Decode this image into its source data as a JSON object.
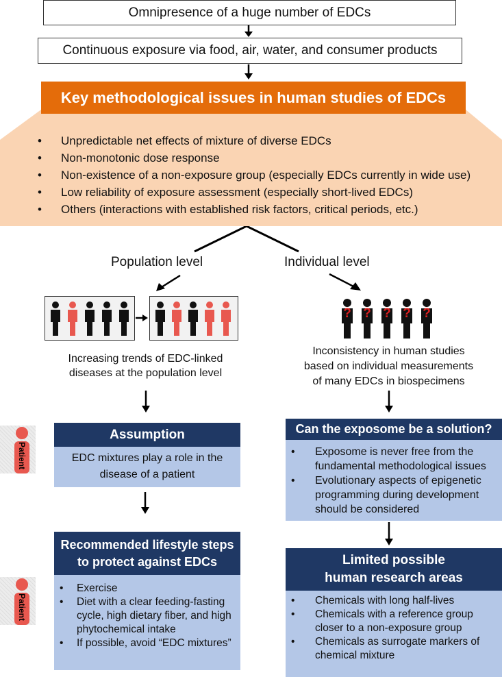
{
  "top": {
    "box1": "Omnipresence of a huge number of EDCs",
    "box2": "Continuous exposure via food, air, water, and consumer products"
  },
  "issues": {
    "title": "Key methodological issues in human studies of EDCs",
    "items": [
      "Unpredictable net effects of mixture of diverse EDCs",
      "Non-monotonic dose response",
      "Non-existence of a non-exposure group (especially EDCs currently in wide use)",
      "Low reliability of exposure assessment  (especially short-lived EDCs)",
      "Others (interactions with established risk factors, critical periods, etc.)"
    ]
  },
  "levels": {
    "population": "Population level",
    "individual": "Individual level"
  },
  "population_caption": [
    "Increasing trends of EDC-linked",
    "diseases at the population level"
  ],
  "individual_caption": [
    "Inconsistency in human studies",
    "based on individual measurements",
    "of many EDCs in biospecimens"
  ],
  "question_mark": "?",
  "assumption": {
    "title": "Assumption",
    "body": [
      "EDC mixtures play a role in the",
      "disease of a patient"
    ]
  },
  "exposome": {
    "title": "Can the exposome be a solution?",
    "items": [
      [
        "Exposome is never free from the",
        "fundamental methodological issues"
      ],
      [
        "Evolutionary aspects of epigenetic",
        "programming during development",
        "should be considered"
      ]
    ]
  },
  "lifestyle": {
    "title": [
      "Recommended lifestyle steps",
      "to protect against EDCs"
    ],
    "items": [
      [
        "Exercise"
      ],
      [
        "Diet with a clear feeding-fasting",
        "cycle, high dietary fiber, and high",
        "phytochemical intake"
      ],
      [
        "If possible, avoid “EDC mixtures”"
      ]
    ]
  },
  "limited": {
    "title": [
      "Limited possible",
      "human research areas"
    ],
    "items": [
      [
        "Chemicals with long half-lives"
      ],
      [
        "Chemicals with a reference group",
        "closer to a non-exposure group"
      ],
      [
        "Chemicals as surrogate markers of",
        "chemical mixture"
      ]
    ]
  },
  "patient_label": "Patient",
  "colors": {
    "orange": "#E46C0A",
    "peach": "#FAD4B3",
    "navy": "#1F3864",
    "light_blue": "#B4C7E7",
    "red_figure": "#E8584F",
    "question_red": "#E02020"
  },
  "icons": [
    "down-arrow-icon",
    "person-icon",
    "question-mark-icon",
    "patient-icon"
  ]
}
